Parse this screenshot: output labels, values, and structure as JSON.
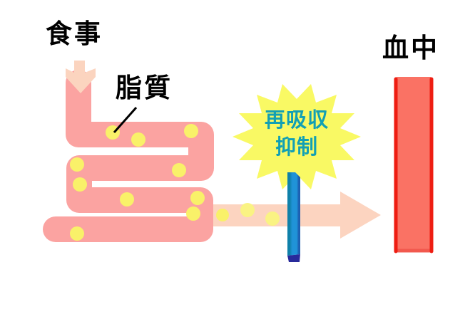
{
  "diagram": {
    "labels": {
      "meal": "食事",
      "lipid": "脂質",
      "blood": "血中",
      "inhibition_line1": "再吸収",
      "inhibition_line2": "抑制"
    },
    "lipid_dot_count": 13,
    "colors": {
      "background": "#FFFFFF",
      "intestine_pink": "#FBA3A1",
      "food_arrow_peach": "#FBD4BF",
      "absorption_arrow_peach": "#FCD4C0",
      "lipid_dot_yellow": "#F9F169",
      "lipid_dot_pale_yellow": "#FAF383",
      "starburst_yellow": "#F9F964",
      "inhibition_text_teal": "#12A0B4",
      "inhibitor_bar_blue": "#2093D8",
      "inhibitor_bar_navy": "#282A9B",
      "blood_vessel_fill": "#FA7264",
      "blood_vessel_edge": "#EE1D12",
      "label_black": "#000000"
    }
  }
}
